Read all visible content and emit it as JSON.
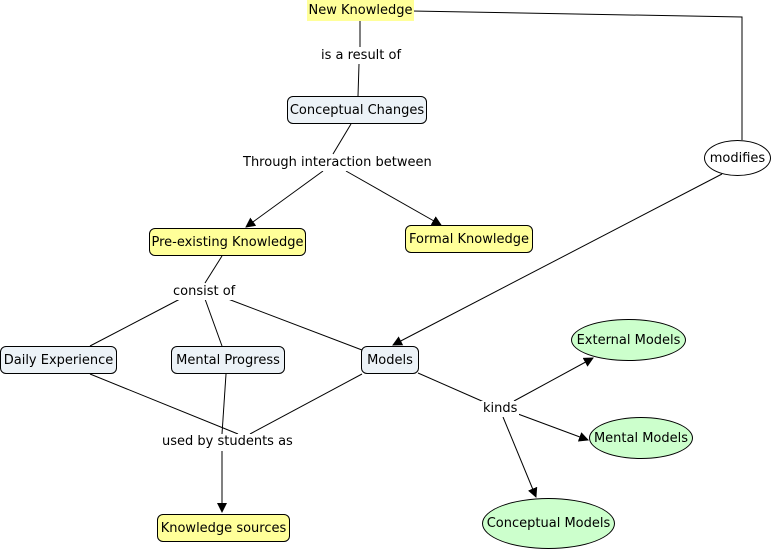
{
  "concepts": {
    "new_knowledge": "New Knowledge",
    "conceptual_changes": "Conceptual Changes",
    "pre_existing_knowledge": "Pre-existing Knowledge",
    "formal_knowledge": "Formal Knowledge",
    "daily_experience": "Daily Experience",
    "mental_progress": "Mental Progress",
    "models": "Models",
    "external_models": "External Models",
    "mental_models": "Mental Models",
    "conceptual_models": "Conceptual Models",
    "knowledge_sources": "Knowledge sources",
    "modifies": "modifies"
  },
  "link_labels": {
    "is_result_of": "is a result of",
    "through_interaction": "Through interaction between",
    "consist_of": "consist of",
    "used_by_students": "used by students as",
    "kinds": "kinds"
  },
  "colors": {
    "blue_node": "#ecf2f7",
    "yellow_node": "#ffff99",
    "green_node": "#ccffcc",
    "line": "#000000"
  }
}
